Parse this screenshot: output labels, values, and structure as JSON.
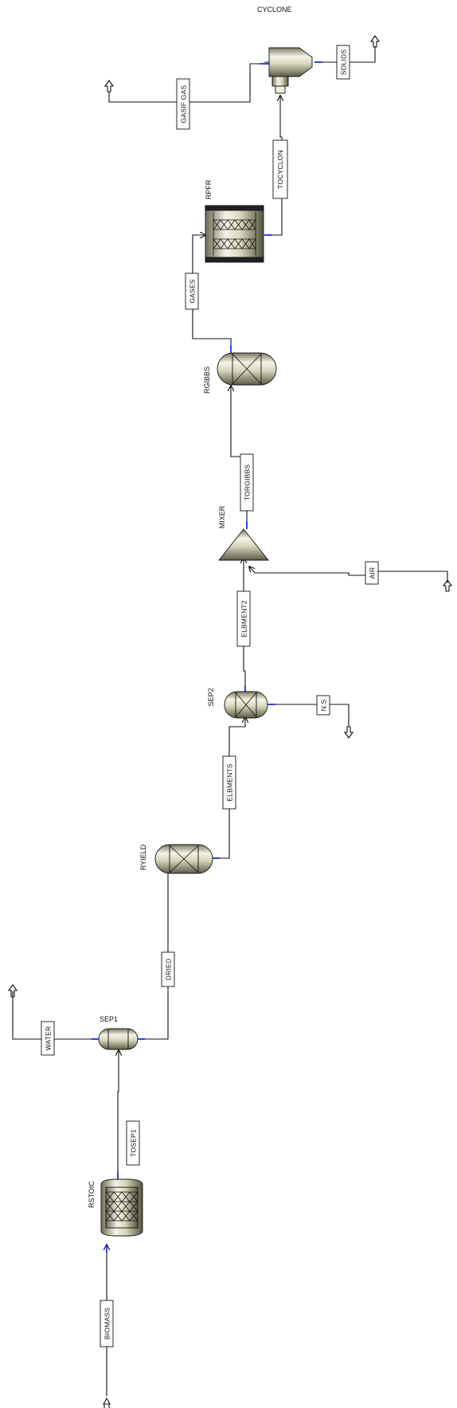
{
  "diagram": {
    "blocks": {
      "rstoic": "RSTOIC",
      "sep1": "SEP1",
      "ryield": "RYIELD",
      "sep2": "SEP2",
      "mixer": "MIXER",
      "rgibbs": "RGIBBS",
      "rpfr": "RPFR",
      "cyclone": "CYCLONE"
    },
    "streams": {
      "biomass": "BIOMASS",
      "tosep1": "TOSEP1",
      "water": "WATER",
      "dried": "DRIED",
      "elbments": "ELBMENTS",
      "n_s": "N.S",
      "elbment2": "ELBMENT2",
      "air": "AIR",
      "torgibbs": "TORGIBBS",
      "gases": "GASES",
      "tocyclon": "TOCYCLON",
      "gasif_gas": "GASIF GAS",
      "solids": "SOLIDS"
    }
  }
}
